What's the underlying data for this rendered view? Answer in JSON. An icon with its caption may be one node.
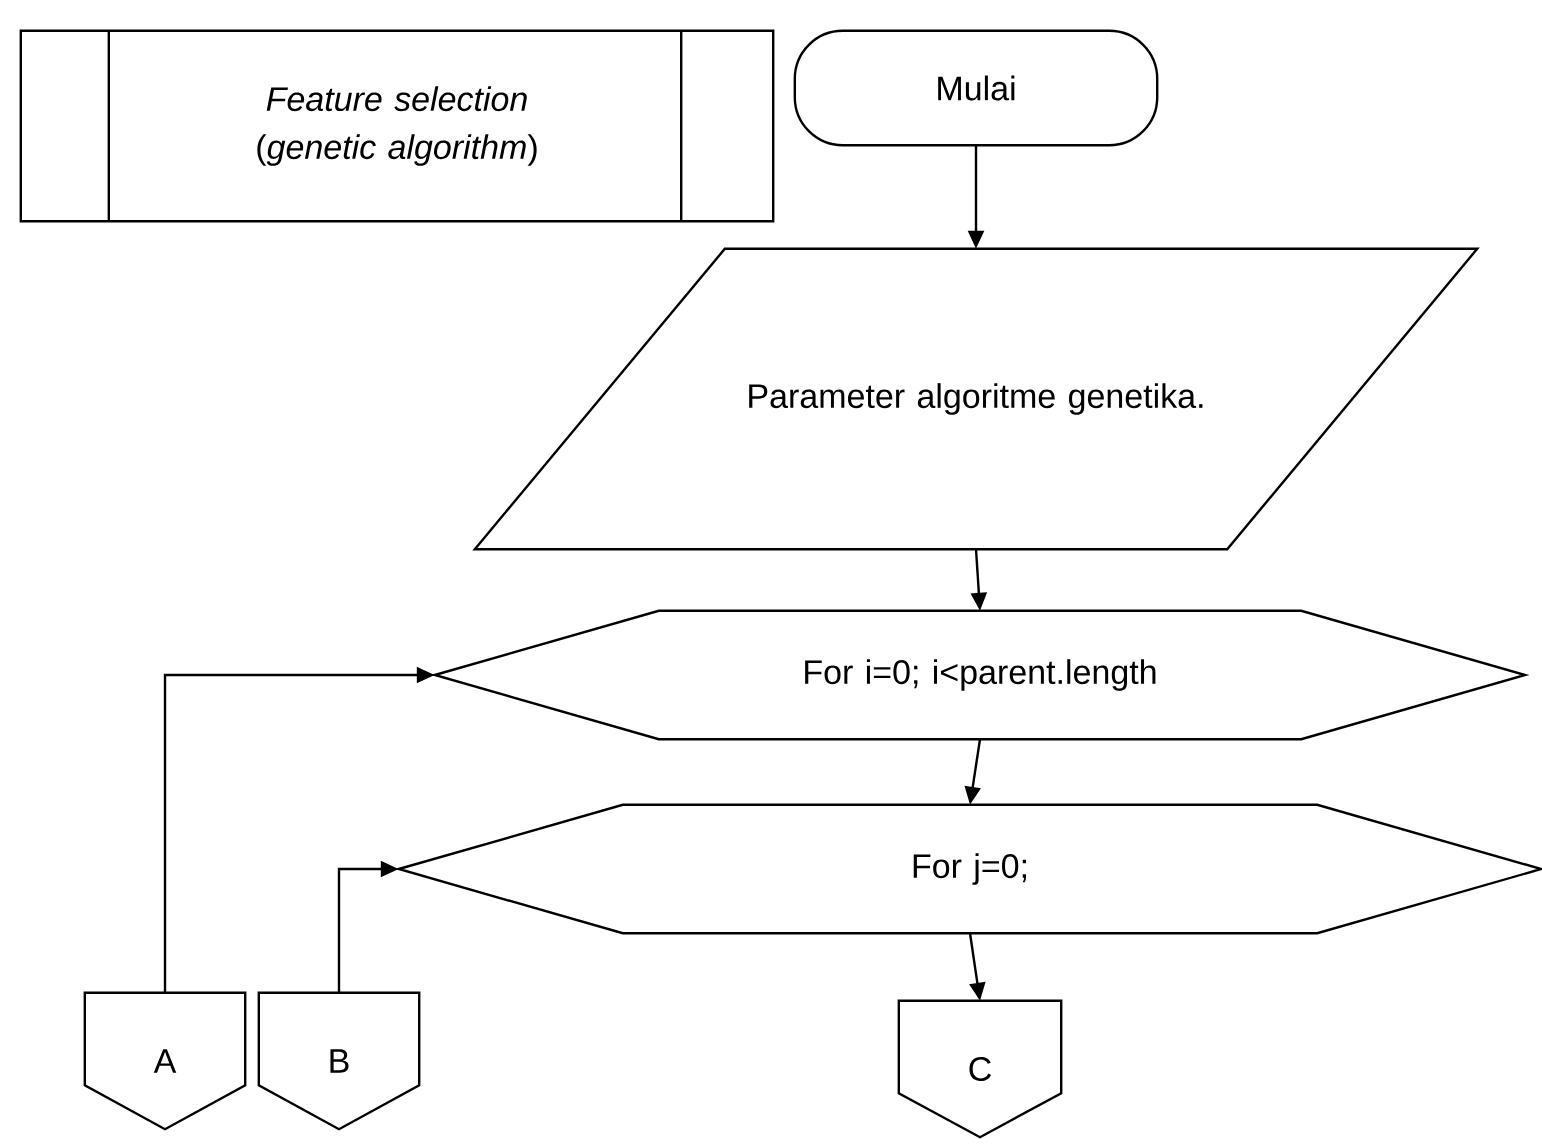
{
  "diagram": {
    "nodes": [
      {
        "text": [
          "*Feature selection* (*genetic algorithm*)"
        ]
      },
      {
        "text": [
          "Mulai"
        ]
      },
      {
        "text": [
          "Parameter algoritme genetika."
        ]
      },
      {
        "text": [
          "For i=0; i<parent.length"
        ]
      },
      {
        "text": [
          "For j=0;"
        ]
      },
      {
        "text": [
          "A"
        ]
      },
      {
        "text": [
          "B"
        ]
      },
      {
        "text": [
          "C"
        ]
      }
    ],
    "edges": [
      {
        "from": 1,
        "to": 2,
        "arrow": "to"
      },
      {
        "from": 2,
        "to": 3,
        "arrow": "to"
      },
      {
        "from": 3,
        "to": 4,
        "arrow": "to"
      },
      {
        "from": 4,
        "to": 7,
        "arrow": "to"
      },
      {
        "from": 5,
        "to": 3,
        "arrow": "to"
      },
      {
        "from": 6,
        "to": 4,
        "arrow": "to"
      }
    ]
  }
}
